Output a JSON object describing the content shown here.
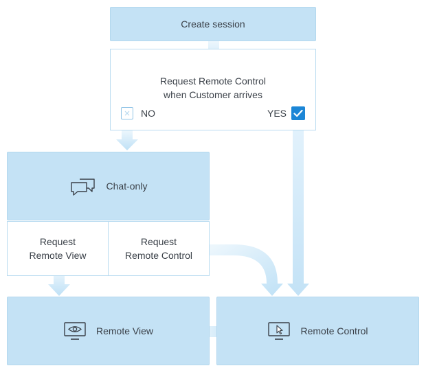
{
  "nodes": {
    "create_session": "Create session",
    "request_question": "Request Remote Control\nwhen Customer arrives",
    "option_no": "NO",
    "option_yes": "YES",
    "chat_only": "Chat-only",
    "request_remote_view": "Request\nRemote View",
    "request_remote_control": "Request\nRemote Control",
    "remote_view": "Remote View",
    "remote_control": "Remote Control"
  },
  "state": {
    "no_checked": false,
    "yes_checked": true
  },
  "icons": {
    "chat": "chat-bubbles-icon",
    "remote_view": "monitor-eye-icon",
    "remote_control": "monitor-cursor-icon",
    "no_box": "x-icon",
    "yes_box": "checkmark-icon"
  },
  "colors": {
    "box_fill": "#c4e2f5",
    "outline": "#b9dbf0",
    "arrow": "#c8e6f8",
    "check": "#1c86d6"
  }
}
